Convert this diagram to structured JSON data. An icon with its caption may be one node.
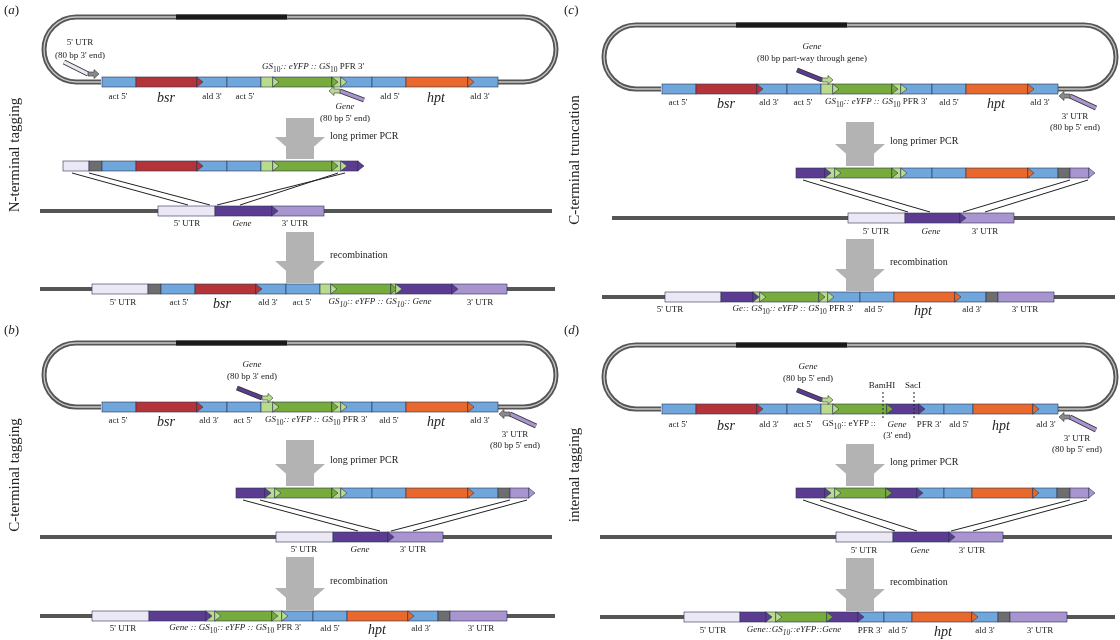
{
  "diagram": {
    "nodes": [
      {
        "text": [
          "act 5'",
          "bsr",
          "ald 3'",
          "act 5'",
          "*GS*$_{10}$*:: eYFP :: GS*$_{10}$ PFR 3'",
          "ald 5'",
          "hpt",
          "ald 3'"
        ]
      },
      {
        "text": [
          "5' UTR",
          "(80 bp 3' end)"
        ],
        "in": 0
      },
      {
        "text": [
          "Gene",
          "(80 bp 5' end)"
        ]
      },
      {
        "text": [],
        "shape": "bar"
      },
      {
        "text": [
          "5' UTR",
          "Gene",
          "3' UTR"
        ]
      },
      {
        "text": [
          "5' UTR",
          "act 5'",
          "bsr",
          "ald 3'",
          "act 5'",
          "GS$_{10}$:: eYFP :: GS$_{10}$:: Gene",
          "3' UTR"
        ]
      },
      {
        "text": [
          "act 5'",
          "bsr",
          "ald 3'",
          "act 5'",
          "*GS*$_{10}$*:: eYFP :: GS*$_{10}$ PFR 3'",
          "ald 5'",
          "hpt",
          "ald 3'"
        ]
      },
      {
        "text": [
          "Gene",
          "(80 bp part-way through gene)"
        ],
        "in": 6
      },
      {
        "text": [
          "3' UTR",
          "(80 bp 5' end)"
        ]
      },
      {
        "text": [],
        "shape": "bar"
      },
      {
        "text": [
          "5' UTR",
          "Gene",
          "3' UTR"
        ]
      },
      {
        "text": [
          "5' UTR",
          "*Ge:: GS*$_{10}$*:: eYFP :: GS*$_{10}$ PFR 3'",
          "ald 5'",
          "hpt",
          "ald 3'",
          "3' UTR"
        ]
      },
      {
        "text": [
          "act 5'",
          "bsr",
          "ald 3'",
          "act 5'",
          "*GS*$_{10}$*:: eYFP :: GS*$_{10}$ PFR 3'",
          "ald 5'",
          "hpt",
          "ald 3'"
        ]
      },
      {
        "text": [
          "Gene",
          "(80 bp 3' end)"
        ],
        "in": 12
      },
      {
        "text": [
          "3' UTR",
          "(80 bp 5' end)"
        ]
      },
      {
        "text": [],
        "shape": "bar"
      },
      {
        "text": [
          "5' UTR",
          "Gene",
          "3' UTR"
        ]
      },
      {
        "text": [
          "5' UTR",
          "*Gene :: GS*$_{10}$*:: eYFP :: GS*$_{10}$ PFR 3'",
          "ald 5'",
          "hpt",
          "ald 3'",
          "3' UTR"
        ]
      },
      {
        "text": [
          "BamHI",
          "SacI",
          "act 5'",
          "bsr",
          "ald 3'",
          "act 5'",
          "GS$_{10}$:: eYFP ::",
          "Gene",
          "(3' end)",
          "PFR 3'",
          "ald 5'",
          "hpt",
          "ald 3'"
        ]
      },
      {
        "text": [
          "Gene",
          "(80 bp 5' end)"
        ],
        "in": 18
      },
      {
        "text": [
          "3' UTR",
          "(80 bp 5' end)"
        ]
      },
      {
        "text": [],
        "shape": "bar"
      },
      {
        "text": [
          "5' UTR",
          "Gene",
          "3' UTR"
        ]
      },
      {
        "text": [
          "5' UTR",
          "Gene::GS$_{10}$::eYFP::Gene",
          "PFR 3'",
          "ald 5'",
          "hpt",
          "ald 3'",
          "3' UTR"
        ]
      }
    ],
    "edges": [
      {
        "from": 0,
        "to": 3,
        "arrow": "to",
        "label": "long primer PCR",
        "style": "thick",
        "color": "#b3b3b3"
      },
      {
        "from": 3,
        "to": 4,
        "arrow": "none"
      },
      {
        "from": 3,
        "to": 4,
        "arrow": "none"
      },
      {
        "from": 3,
        "to": 4,
        "arrow": "none"
      },
      {
        "from": 3,
        "to": 4,
        "arrow": "none"
      },
      {
        "from": 4,
        "to": 5,
        "arrow": "to",
        "label": "recombination",
        "style": "thick",
        "color": "#b3b3b3"
      },
      {
        "from": 6,
        "to": 9,
        "arrow": "to",
        "label": "long primer PCR",
        "style": "thick",
        "color": "#b3b3b3"
      },
      {
        "from": 9,
        "to": 10,
        "arrow": "none"
      },
      {
        "from": 9,
        "to": 10,
        "arrow": "none"
      },
      {
        "from": 9,
        "to": 10,
        "arrow": "none"
      },
      {
        "from": 9,
        "to": 10,
        "arrow": "none"
      },
      {
        "from": 10,
        "to": 11,
        "arrow": "to",
        "label": "recombination",
        "style": "thick",
        "color": "#b3b3b3"
      },
      {
        "from": 12,
        "to": 15,
        "arrow": "to",
        "label": "long primer PCR",
        "style": "thick",
        "color": "#b3b3b3"
      },
      {
        "from": 15,
        "to": 16,
        "arrow": "none"
      },
      {
        "from": 15,
        "to": 16,
        "arrow": "none"
      },
      {
        "from": 15,
        "to": 16,
        "arrow": "none"
      },
      {
        "from": 15,
        "to": 16,
        "arrow": "none"
      },
      {
        "from": 16,
        "to": 17,
        "arrow": "to",
        "label": "recombination",
        "style": "thick",
        "color": "#b3b3b3"
      },
      {
        "from": 18,
        "to": 21,
        "arrow": "to",
        "label": "long primer PCR",
        "style": "thick",
        "color": "#b3b3b3"
      },
      {
        "from": 21,
        "to": 22,
        "arrow": "none"
      },
      {
        "from": 21,
        "to": 22,
        "arrow": "none"
      },
      {
        "from": 21,
        "to": 22,
        "arrow": "none"
      },
      {
        "from": 21,
        "to": 22,
        "arrow": "none"
      },
      {
        "from": 22,
        "to": 23,
        "arrow": "to",
        "label": "recombination",
        "style": "thick",
        "color": "#b3b3b3"
      }
    ],
    "labels": [
      "(*a*)",
      "N-terminal tagging",
      "(*c*)",
      "C-terminal truncation",
      "(*b*)",
      "C-terminal tagging",
      "(*d*)",
      "internal tagging"
    ]
  }
}
